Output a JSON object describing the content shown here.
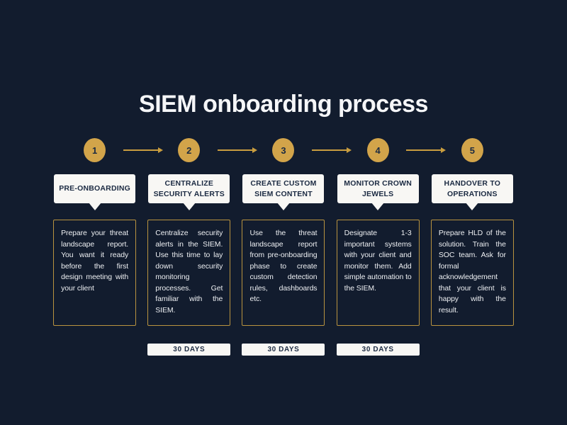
{
  "page": {
    "title": "SIEM onboarding process",
    "background_color": "#121c2e",
    "accent_gold": "#d2a44a",
    "border_gold": "#b9933f",
    "card_background": "#f8f7f4",
    "card_text_color": "#1b2a42",
    "body_text_color": "#edeff2",
    "connector_icon": "arrow-right-icon"
  },
  "steps": [
    {
      "number": "1",
      "title": "PRE-ONBOARDING",
      "description": "Prepare your threat landscape report. You want it ready before the first design meeting with your client",
      "duration": ""
    },
    {
      "number": "2",
      "title": "CENTRALIZE SECURITY ALERTS",
      "description": "Centralize security alerts in the SIEM. Use this time to lay down security monitoring processes. Get familiar with the SIEM.",
      "duration": "30 DAYS"
    },
    {
      "number": "3",
      "title": "CREATE CUSTOM SIEM CONTENT",
      "description": "Use the threat landscape report from pre-onboarding phase to create custom detection rules, dashboards etc.",
      "duration": "30 DAYS"
    },
    {
      "number": "4",
      "title": "MONITOR CROWN JEWELS",
      "description": "Designate 1-3 important systems with your client and monitor them. Add simple automation to the SIEM.",
      "duration": "30 DAYS"
    },
    {
      "number": "5",
      "title": "HANDOVER TO OPERATIONS",
      "description": "Prepare HLD of the solution. Train the SOC team. Ask for formal acknowledgement that your client is happy with the result.",
      "duration": ""
    }
  ]
}
